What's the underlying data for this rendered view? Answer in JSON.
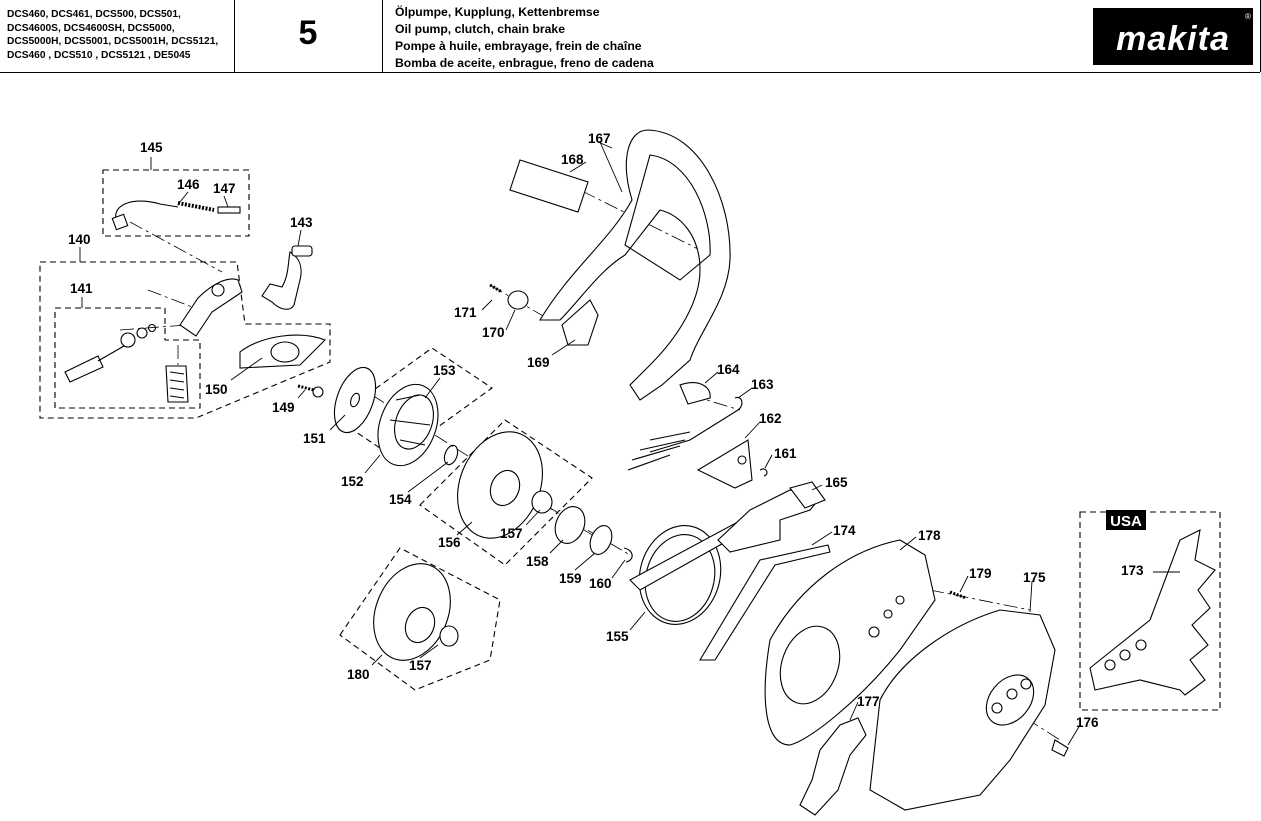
{
  "header": {
    "models": [
      "DCS460, DCS461, DCS500, DCS501,",
      "DCS4600S, DCS4600SH, DCS5000,",
      "DCS5000H, DCS5001, DCS5001H, DCS5121,",
      "DCS460 , DCS510 , DCS5121 , DE5045"
    ],
    "page_number": "5",
    "titles": [
      "Ölpumpe, Kupplung, Kettenbremse",
      "Oil pump, clutch, chain brake",
      "Pompe à huile, embrayage, frein de chaîne",
      "Bomba de aceite, enbrague, freno de cadena"
    ],
    "brand": "makita",
    "brand_mark": "®"
  },
  "diagram": {
    "usa_badge": "USA",
    "labels": {
      "p145": "145",
      "p146": "146",
      "p147": "147",
      "p143": "143",
      "p140": "140",
      "p141": "141",
      "p150": "150",
      "p149": "149",
      "p151": "151",
      "p153": "153",
      "p152": "152",
      "p154": "154",
      "p156": "156",
      "p157a": "157",
      "p158": "158",
      "p159": "159",
      "p160": "160",
      "p155": "155",
      "p180": "180",
      "p157b": "157",
      "p167": "167",
      "p168": "168",
      "p171": "171",
      "p170": "170",
      "p169": "169",
      "p164": "164",
      "p163": "163",
      "p162": "162",
      "p161": "161",
      "p165": "165",
      "p174": "174",
      "p178": "178",
      "p179": "179",
      "p175": "175",
      "p173": "173",
      "p177": "177",
      "p176": "176"
    }
  }
}
